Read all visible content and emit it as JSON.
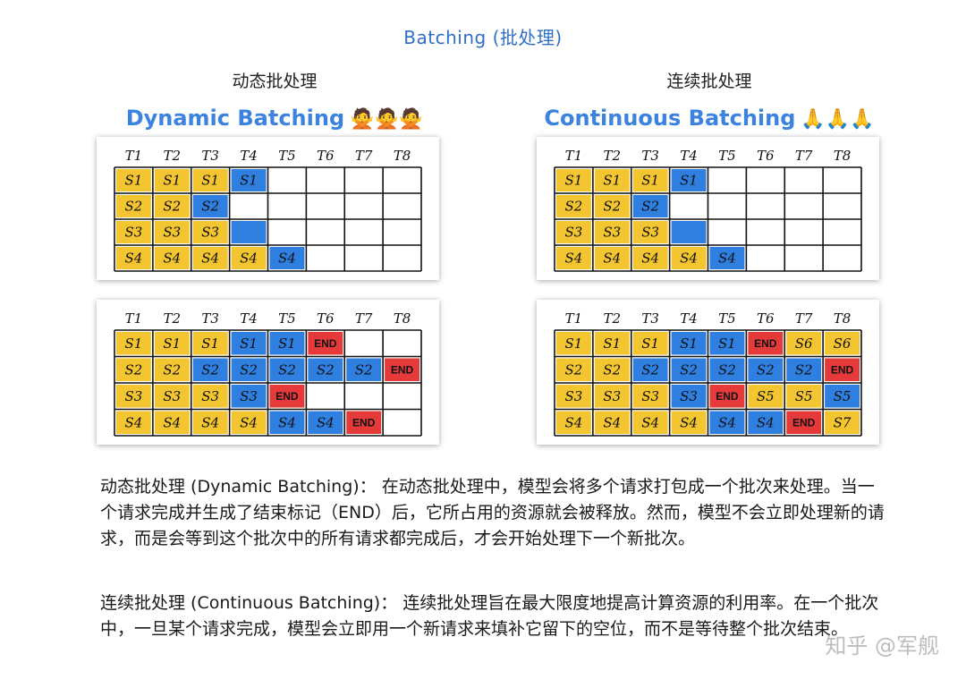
{
  "title": "Batching (批处理)",
  "left": {
    "heading": "动态批处理",
    "subheading": "Dynamic Batching",
    "emoji": "🙅🙅🙅"
  },
  "right": {
    "heading": "连续批处理",
    "subheading": "Continuous Batching",
    "emoji": "🙏🙏🙏"
  },
  "time_labels": [
    "T1",
    "T2",
    "T3",
    "T4",
    "T5",
    "T6",
    "T7",
    "T8"
  ],
  "colors": {
    "yellow": "#f3c531",
    "blue": "#2f7fe0",
    "red": "#e63a3a",
    "empty": "#ffffff"
  },
  "panels": {
    "dynamic_top": [
      [
        {
          "t": "S1",
          "c": "yellow"
        },
        {
          "t": "S1",
          "c": "yellow"
        },
        {
          "t": "S1",
          "c": "yellow"
        },
        {
          "t": "S1",
          "c": "blue"
        },
        {
          "t": "",
          "c": "empty"
        },
        {
          "t": "",
          "c": "empty"
        },
        {
          "t": "",
          "c": "empty"
        },
        {
          "t": "",
          "c": "empty"
        }
      ],
      [
        {
          "t": "S2",
          "c": "yellow"
        },
        {
          "t": "S2",
          "c": "yellow"
        },
        {
          "t": "S2",
          "c": "blue"
        },
        {
          "t": "",
          "c": "empty"
        },
        {
          "t": "",
          "c": "empty"
        },
        {
          "t": "",
          "c": "empty"
        },
        {
          "t": "",
          "c": "empty"
        },
        {
          "t": "",
          "c": "empty"
        }
      ],
      [
        {
          "t": "S3",
          "c": "yellow"
        },
        {
          "t": "S3",
          "c": "yellow"
        },
        {
          "t": "S3",
          "c": "yellow"
        },
        {
          "t": "",
          "c": "blue"
        },
        {
          "t": "",
          "c": "empty"
        },
        {
          "t": "",
          "c": "empty"
        },
        {
          "t": "",
          "c": "empty"
        },
        {
          "t": "",
          "c": "empty"
        }
      ],
      [
        {
          "t": "S4",
          "c": "yellow"
        },
        {
          "t": "S4",
          "c": "yellow"
        },
        {
          "t": "S4",
          "c": "yellow"
        },
        {
          "t": "S4",
          "c": "yellow"
        },
        {
          "t": "S4",
          "c": "blue"
        },
        {
          "t": "",
          "c": "empty"
        },
        {
          "t": "",
          "c": "empty"
        },
        {
          "t": "",
          "c": "empty"
        }
      ]
    ],
    "continuous_top": [
      [
        {
          "t": "S1",
          "c": "yellow"
        },
        {
          "t": "S1",
          "c": "yellow"
        },
        {
          "t": "S1",
          "c": "yellow"
        },
        {
          "t": "S1",
          "c": "blue"
        },
        {
          "t": "",
          "c": "empty"
        },
        {
          "t": "",
          "c": "empty"
        },
        {
          "t": "",
          "c": "empty"
        },
        {
          "t": "",
          "c": "empty"
        }
      ],
      [
        {
          "t": "S2",
          "c": "yellow"
        },
        {
          "t": "S2",
          "c": "yellow"
        },
        {
          "t": "S2",
          "c": "blue"
        },
        {
          "t": "",
          "c": "empty"
        },
        {
          "t": "",
          "c": "empty"
        },
        {
          "t": "",
          "c": "empty"
        },
        {
          "t": "",
          "c": "empty"
        },
        {
          "t": "",
          "c": "empty"
        }
      ],
      [
        {
          "t": "S3",
          "c": "yellow"
        },
        {
          "t": "S3",
          "c": "yellow"
        },
        {
          "t": "S3",
          "c": "yellow"
        },
        {
          "t": "",
          "c": "blue"
        },
        {
          "t": "",
          "c": "empty"
        },
        {
          "t": "",
          "c": "empty"
        },
        {
          "t": "",
          "c": "empty"
        },
        {
          "t": "",
          "c": "empty"
        }
      ],
      [
        {
          "t": "S4",
          "c": "yellow"
        },
        {
          "t": "S4",
          "c": "yellow"
        },
        {
          "t": "S4",
          "c": "yellow"
        },
        {
          "t": "S4",
          "c": "yellow"
        },
        {
          "t": "S4",
          "c": "blue"
        },
        {
          "t": "",
          "c": "empty"
        },
        {
          "t": "",
          "c": "empty"
        },
        {
          "t": "",
          "c": "empty"
        }
      ]
    ],
    "dynamic_bottom": [
      [
        {
          "t": "S1",
          "c": "yellow"
        },
        {
          "t": "S1",
          "c": "yellow"
        },
        {
          "t": "S1",
          "c": "yellow"
        },
        {
          "t": "S1",
          "c": "blue"
        },
        {
          "t": "S1",
          "c": "blue"
        },
        {
          "t": "END",
          "c": "red"
        },
        {
          "t": "",
          "c": "empty"
        },
        {
          "t": "",
          "c": "empty"
        }
      ],
      [
        {
          "t": "S2",
          "c": "yellow"
        },
        {
          "t": "S2",
          "c": "yellow"
        },
        {
          "t": "S2",
          "c": "blue"
        },
        {
          "t": "S2",
          "c": "blue"
        },
        {
          "t": "S2",
          "c": "blue"
        },
        {
          "t": "S2",
          "c": "blue"
        },
        {
          "t": "S2",
          "c": "blue"
        },
        {
          "t": "END",
          "c": "red"
        }
      ],
      [
        {
          "t": "S3",
          "c": "yellow"
        },
        {
          "t": "S3",
          "c": "yellow"
        },
        {
          "t": "S3",
          "c": "yellow"
        },
        {
          "t": "S3",
          "c": "blue"
        },
        {
          "t": "END",
          "c": "red"
        },
        {
          "t": "",
          "c": "empty"
        },
        {
          "t": "",
          "c": "empty"
        },
        {
          "t": "",
          "c": "empty"
        }
      ],
      [
        {
          "t": "S4",
          "c": "yellow"
        },
        {
          "t": "S4",
          "c": "yellow"
        },
        {
          "t": "S4",
          "c": "yellow"
        },
        {
          "t": "S4",
          "c": "yellow"
        },
        {
          "t": "S4",
          "c": "blue"
        },
        {
          "t": "S4",
          "c": "blue"
        },
        {
          "t": "END",
          "c": "red"
        },
        {
          "t": "",
          "c": "empty"
        }
      ]
    ],
    "continuous_bottom": [
      [
        {
          "t": "S1",
          "c": "yellow"
        },
        {
          "t": "S1",
          "c": "yellow"
        },
        {
          "t": "S1",
          "c": "yellow"
        },
        {
          "t": "S1",
          "c": "blue"
        },
        {
          "t": "S1",
          "c": "blue"
        },
        {
          "t": "END",
          "c": "red"
        },
        {
          "t": "S6",
          "c": "yellow"
        },
        {
          "t": "S6",
          "c": "yellow"
        }
      ],
      [
        {
          "t": "S2",
          "c": "yellow"
        },
        {
          "t": "S2",
          "c": "yellow"
        },
        {
          "t": "S2",
          "c": "blue"
        },
        {
          "t": "S2",
          "c": "blue"
        },
        {
          "t": "S2",
          "c": "blue"
        },
        {
          "t": "S2",
          "c": "blue"
        },
        {
          "t": "S2",
          "c": "blue"
        },
        {
          "t": "END",
          "c": "red"
        }
      ],
      [
        {
          "t": "S3",
          "c": "yellow"
        },
        {
          "t": "S3",
          "c": "yellow"
        },
        {
          "t": "S3",
          "c": "yellow"
        },
        {
          "t": "S3",
          "c": "blue"
        },
        {
          "t": "END",
          "c": "red"
        },
        {
          "t": "S5",
          "c": "yellow"
        },
        {
          "t": "S5",
          "c": "yellow"
        },
        {
          "t": "S5",
          "c": "blue"
        }
      ],
      [
        {
          "t": "S4",
          "c": "yellow"
        },
        {
          "t": "S4",
          "c": "yellow"
        },
        {
          "t": "S4",
          "c": "yellow"
        },
        {
          "t": "S4",
          "c": "yellow"
        },
        {
          "t": "S4",
          "c": "blue"
        },
        {
          "t": "S4",
          "c": "blue"
        },
        {
          "t": "END",
          "c": "red"
        },
        {
          "t": "S7",
          "c": "yellow"
        }
      ]
    ]
  },
  "descriptions": {
    "dynamic": "动态批处理 (Dynamic Batching)： 在动态批处理中，模型会将多个请求打包成一个批次来处理。当一个请求完成并生成了结束标记（END）后，它所占用的资源就会被释放。然而，模型不会立即处理新的请求，而是会等到这个批次中的所有请求都完成后，才会开始处理下一个新批次。",
    "continuous": "连续批处理 (Continuous Batching)： 连续批处理旨在最大限度地提高计算资源的利用率。在一个批次中，一旦某个请求完成，模型会立即用一个新请求来填补它留下的空位，而不是等待整个批次结束。"
  },
  "watermark": "知乎 @军舰"
}
